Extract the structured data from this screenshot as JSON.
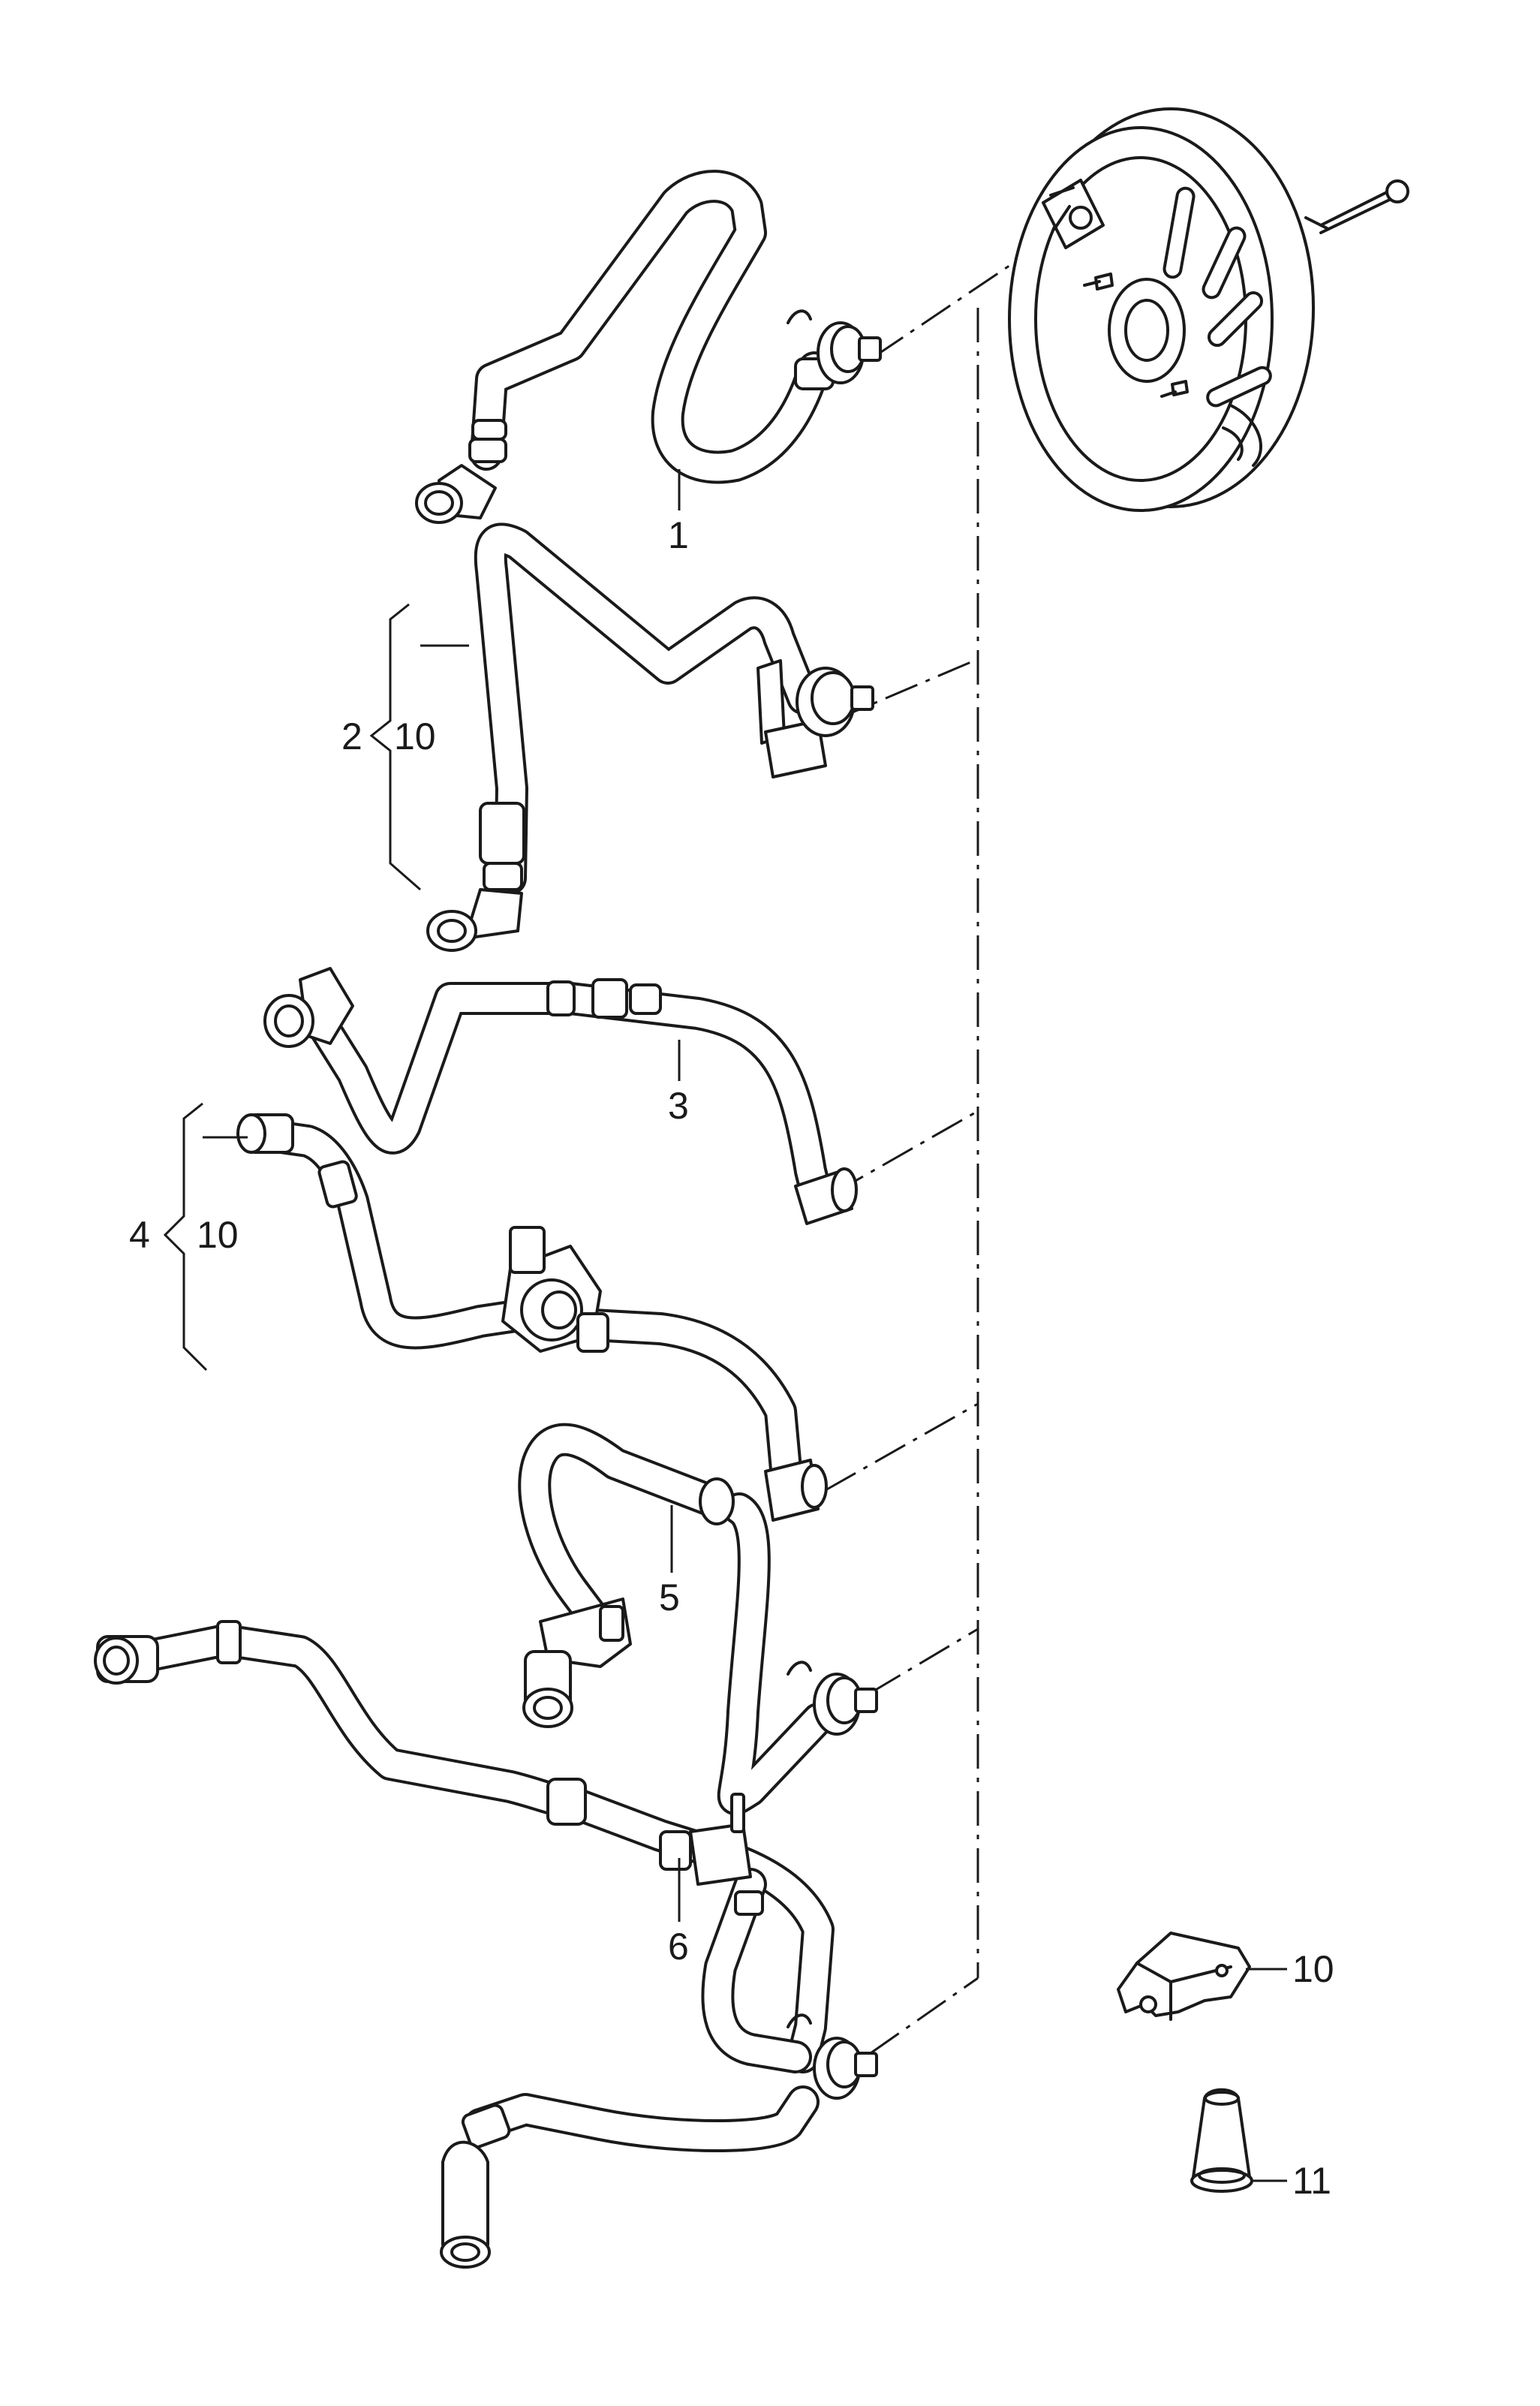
{
  "callouts": {
    "item_1": "1",
    "item_2": "2",
    "item_2_sub": "10",
    "item_3": "3",
    "item_4": "4",
    "item_4_sub": "10",
    "item_5": "5",
    "item_6": "6",
    "item_10": "10",
    "item_11": "11"
  }
}
